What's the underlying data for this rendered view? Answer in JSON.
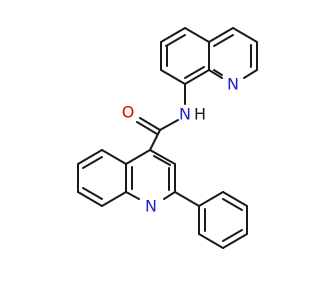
{
  "molecule": {
    "atoms": {
      "n_quinoline_top": "N",
      "n_amide": "N",
      "h_amide": "H",
      "o_carbonyl": "O",
      "n_quinoline_bottom": "N"
    },
    "colors": {
      "bond": "#1a1a1a",
      "nitrogen": "#1f1fcc",
      "oxygen": "#e00000",
      "background": "#ffffff"
    }
  }
}
